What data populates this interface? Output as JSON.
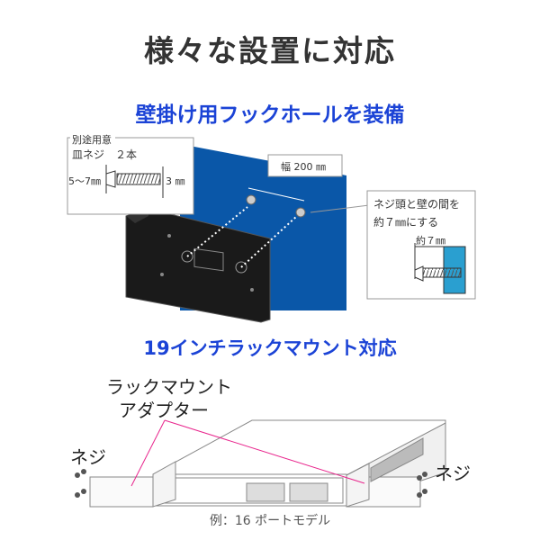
{
  "title": "様々な設置に対応",
  "wall_section": {
    "heading": "壁掛け用フックホールを装備",
    "screw_box": {
      "label": "別途用意",
      "item": "皿ネジ　２本",
      "head_size": "5～7㎜",
      "shaft_size": "3 ㎜"
    },
    "width_label": "幅 200 ㎜",
    "gap_box": {
      "line1": "ネジ頭と壁の間を",
      "line2": "約７㎜にする",
      "dimension": "約７㎜"
    },
    "colors": {
      "wall": "#0a57a8",
      "accent": "#1b43d6",
      "gap_wall": "#2a9fd0"
    }
  },
  "rack_section": {
    "heading": "19インチラックマウント対応",
    "adapter_label_line1": "ラックマウント",
    "adapter_label_line2": "アダプター",
    "screw_left": "ネジ",
    "screw_right": "ネジ",
    "caption": "例：16 ポートモデル",
    "leader_color": "#e8248c"
  }
}
